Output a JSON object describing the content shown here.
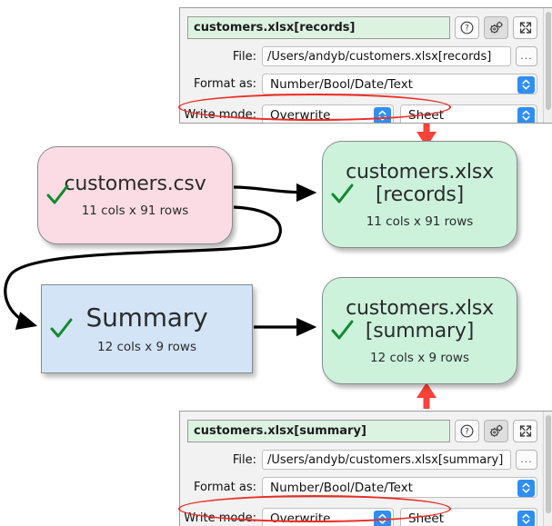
{
  "app": {
    "node_check_icon": "green-check-icon"
  },
  "panels": [
    {
      "id": "top",
      "name_value": "customers.xlsx[records]",
      "buttons": [
        {
          "icon": "help-icon",
          "label": "?"
        },
        {
          "icon": "settings-gears-icon",
          "label": ""
        },
        {
          "icon": "expand-arrows-icon",
          "label": ""
        }
      ],
      "file_label": "File:",
      "file_value": "/Users/andyb/customers.xlsx[records]",
      "browse_label": "...",
      "format_label": "Format as:",
      "format_value": "Number/Bool/Date/Text",
      "write_mode_label": "Write mode:",
      "write_mode_value": "Overwrite",
      "sheet_value": "Sheet"
    },
    {
      "id": "bottom",
      "name_value": "customers.xlsx[summary]",
      "buttons": [
        {
          "icon": "help-icon",
          "label": "?"
        },
        {
          "icon": "settings-gears-icon",
          "label": ""
        },
        {
          "icon": "expand-arrows-icon",
          "label": ""
        }
      ],
      "file_label": "File:",
      "file_value": "/Users/andyb/customers.xlsx[summary]",
      "browse_label": "...",
      "format_label": "Format as:",
      "format_value": "Number/Bool/Date/Text",
      "write_mode_label": "Write mode:",
      "write_mode_value": "Overwrite",
      "sheet_value": "Sheet"
    }
  ],
  "nodes": [
    {
      "id": "csv",
      "title": "customers.csv",
      "title_line2": "",
      "subtitle": "11 cols x 91 rows",
      "color": "#fbdce5",
      "shape": "rounded"
    },
    {
      "id": "records",
      "title": "customers.xlsx",
      "title_line2": "[records]",
      "subtitle": "11 cols x 91 rows",
      "color": "#ccf2dc",
      "shape": "rounded"
    },
    {
      "id": "summary",
      "title": "Summary",
      "title_line2": "",
      "subtitle": "12 cols x 9 rows",
      "color": "#d3e4f7",
      "shape": "rect"
    },
    {
      "id": "xsummary",
      "title": "customers.xlsx",
      "title_line2": "[summary]",
      "subtitle": "12 cols x 9 rows",
      "color": "#ccf2dc",
      "shape": "rounded"
    }
  ],
  "annotations": {
    "highlight_color": "#ee2b24",
    "arrow_color": "#f9423a",
    "edge_color": "#000000"
  }
}
